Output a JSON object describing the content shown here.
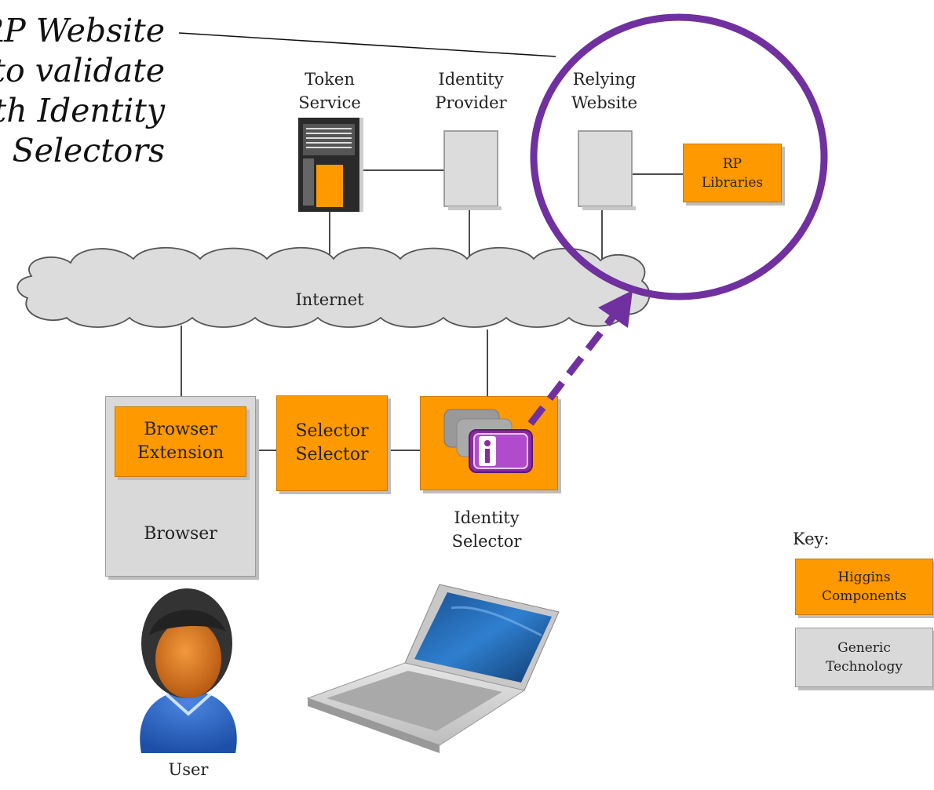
{
  "headline": {
    "lines": [
      "RP Website",
      "to validate",
      "with Identity",
      "Selectors"
    ]
  },
  "nodes": {
    "token_service": "Token\nService",
    "identity_provider": "Identity\nProvider",
    "relying_website": "Relying\nWebsite",
    "rp_libraries": "RP\nLibraries",
    "internet": "Internet",
    "browser_extension": "Browser\nExtension",
    "browser": "Browser",
    "selector_selector": "Selector\nSelector",
    "identity_selector": "Identity\nSelector",
    "user": "User"
  },
  "key": {
    "title": "Key:",
    "higgins": "Higgins\nComponents",
    "generic": "Generic\nTechnology"
  },
  "colors": {
    "higgins_orange": "#ff9900",
    "generic_grey": "#d9d9d9",
    "highlight_purple": "#7030a0"
  }
}
